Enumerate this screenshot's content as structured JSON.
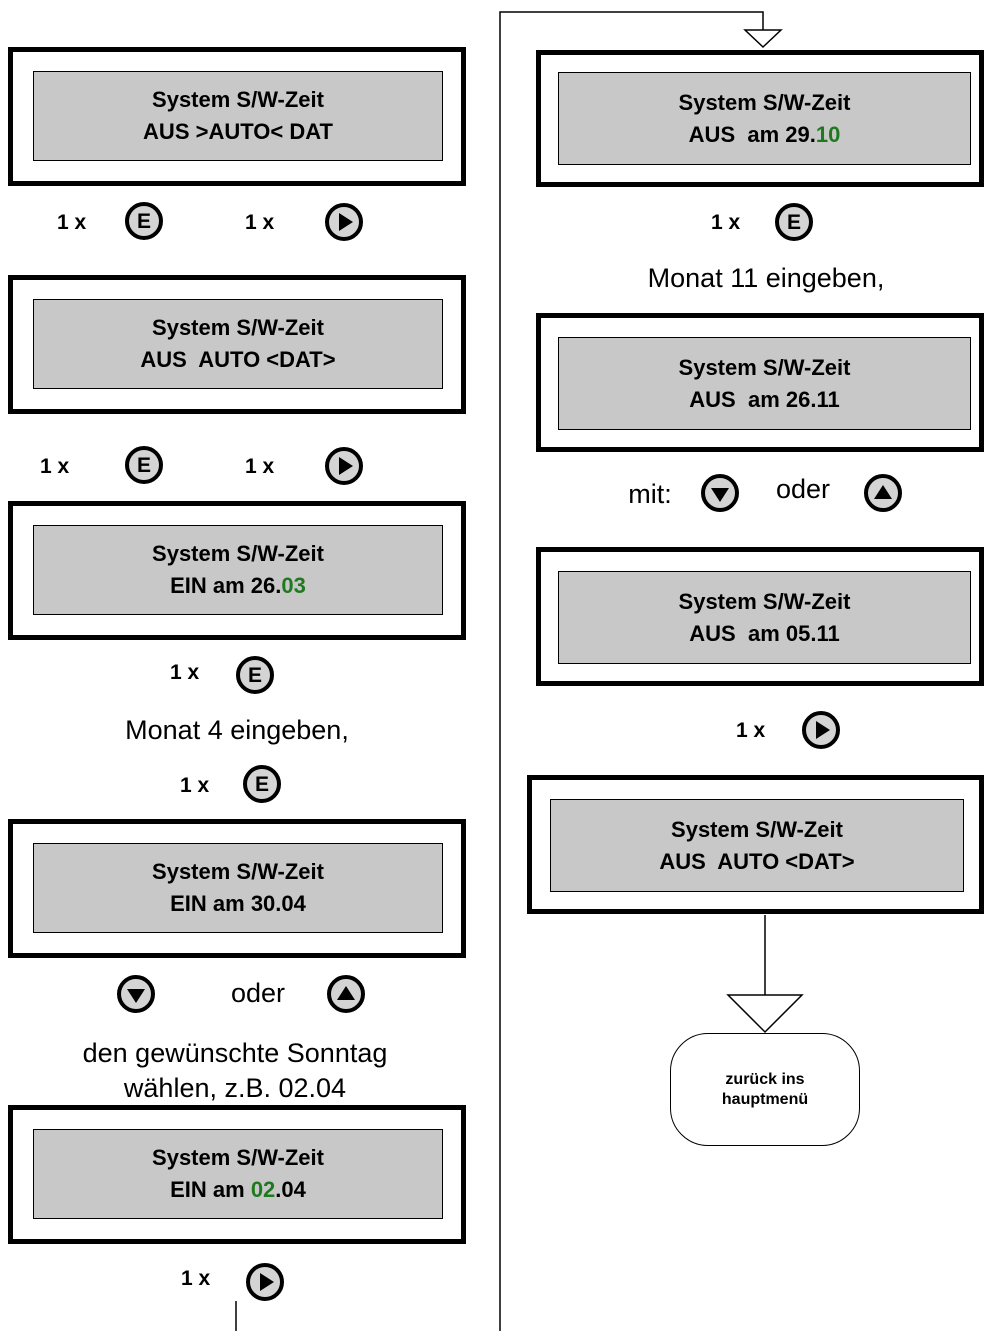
{
  "screens": {
    "s1": {
      "line1": "System S/W-Zeit",
      "line2": "AUS >AUTO< DAT"
    },
    "s2": {
      "line1": "System S/W-Zeit",
      "line2": "AUS  AUTO <DAT>"
    },
    "s3": {
      "line1": "System S/W-Zeit",
      "line2_pre": "EIN am 26.",
      "line2_hl": "03",
      "line2_post": ""
    },
    "s4": {
      "line1": "System S/W-Zeit",
      "line2": "EIN am 30.04"
    },
    "s5": {
      "line1": "System S/W-Zeit",
      "line2_pre": "EIN am ",
      "line2_hl": "02",
      "line2_post": ".04"
    },
    "s6": {
      "line1": "System S/W-Zeit",
      "line2_pre": "AUS  am 29.",
      "line2_hl": "10",
      "line2_post": ""
    },
    "s7": {
      "line1": "System S/W-Zeit",
      "line2": "AUS  am 26.11"
    },
    "s8": {
      "line1": "System S/W-Zeit",
      "line2": "AUS  am 05.11"
    },
    "s9": {
      "line1": "System S/W-Zeit",
      "line2": "AUS  AUTO <DAT>"
    }
  },
  "labels": {
    "press_once": "1 x",
    "e_key": "E",
    "oder": "oder",
    "mit": "mit:"
  },
  "texts": {
    "monat4": "Monat 4 eingeben,",
    "sonntag_1": "den gewünschte Sonntag",
    "sonntag_2": "wählen, z.B. 02.04",
    "monat11": "Monat 11 eingeben,"
  },
  "terminal": {
    "line1": "zurück ins",
    "line2": "hauptmenü"
  },
  "colors": {
    "lcd": "#c8c8c8",
    "highlight": "#1f7a1f",
    "button": "#d4d4d4"
  },
  "icons": [
    "e-key-icon",
    "right-arrow-key-icon",
    "down-arrow-key-icon",
    "up-arrow-key-icon"
  ]
}
